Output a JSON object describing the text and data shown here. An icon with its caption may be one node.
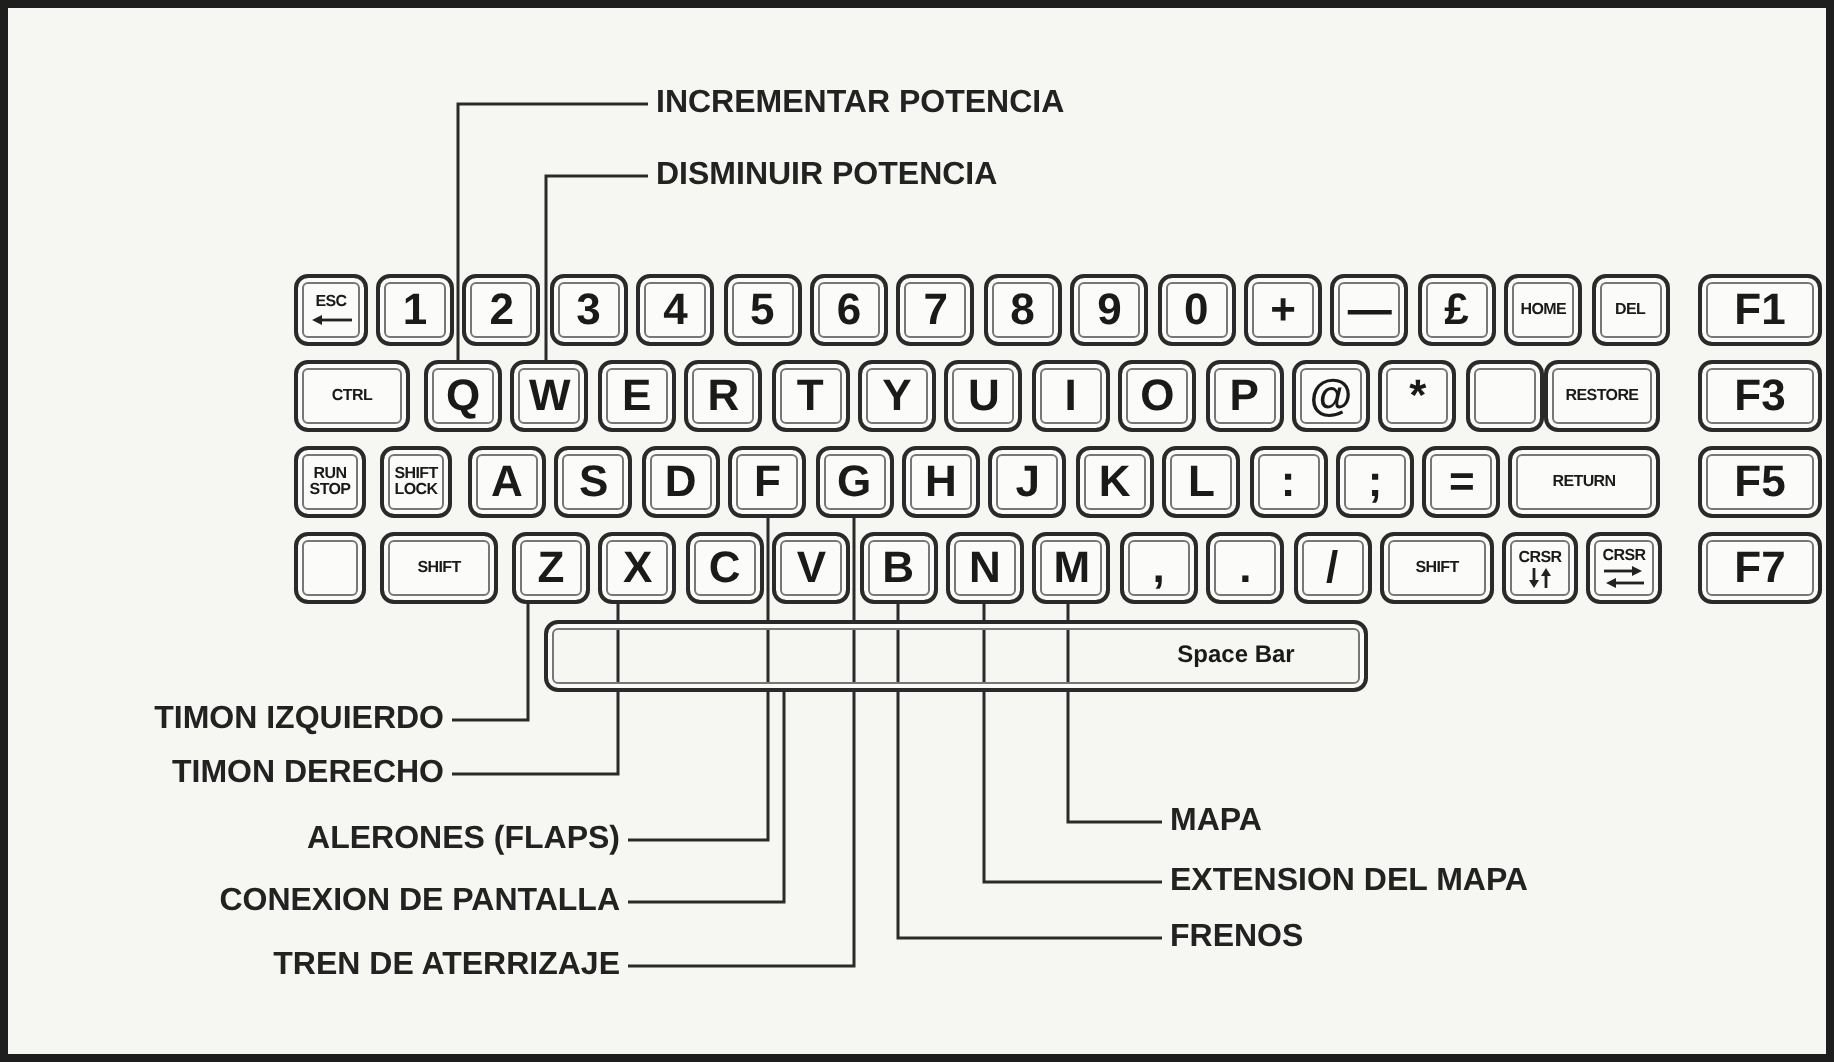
{
  "diagram": {
    "nodes": [
      {
        "text": [
          "INCREMENTAR POTENCIA"
        ]
      },
      {
        "text": [
          "DISMINUIR POTENCIA"
        ]
      },
      {
        "text": [
          "ESC"
        ]
      },
      {
        "text": [
          "1"
        ]
      },
      {
        "text": [
          "2"
        ]
      },
      {
        "text": [
          "3"
        ]
      },
      {
        "text": [
          "4"
        ]
      },
      {
        "text": [
          "5"
        ]
      },
      {
        "text": [
          "6"
        ]
      },
      {
        "text": [
          "7"
        ]
      },
      {
        "text": [
          "8"
        ]
      },
      {
        "text": [
          "9"
        ]
      },
      {
        "text": [
          "0"
        ]
      },
      {
        "text": [
          "+"
        ]
      },
      {
        "text": [
          "—"
        ]
      },
      {
        "text": [
          "£"
        ]
      },
      {
        "text": [
          "HOME"
        ]
      },
      {
        "text": [
          "DEL"
        ]
      },
      {
        "text": [
          "F1"
        ]
      },
      {
        "text": [
          "CTRL"
        ]
      },
      {
        "text": [
          "Q"
        ]
      },
      {
        "text": [
          "W"
        ]
      },
      {
        "text": [
          "E"
        ]
      },
      {
        "text": [
          "R"
        ]
      },
      {
        "text": [
          "T"
        ]
      },
      {
        "text": [
          "Y"
        ]
      },
      {
        "text": [
          "U"
        ]
      },
      {
        "text": [
          "I"
        ]
      },
      {
        "text": [
          "O"
        ]
      },
      {
        "text": [
          "P"
        ]
      },
      {
        "text": [
          "@"
        ]
      },
      {
        "text": [
          "*"
        ]
      },
      {
        "text": [],
        "shape": "box"
      },
      {
        "text": [
          "RESTORE"
        ]
      },
      {
        "text": [
          "F3"
        ]
      },
      {
        "text": [
          "RUN STOP"
        ]
      },
      {
        "text": [
          "SHIFT LOCK"
        ]
      },
      {
        "text": [
          "A"
        ]
      },
      {
        "text": [
          "S"
        ]
      },
      {
        "text": [
          "D"
        ]
      },
      {
        "text": [
          "F"
        ]
      },
      {
        "text": [
          "G"
        ]
      },
      {
        "text": [
          "H"
        ]
      },
      {
        "text": [
          "J"
        ]
      },
      {
        "text": [
          "K"
        ]
      },
      {
        "text": [
          "L"
        ]
      },
      {
        "text": [
          ":"
        ]
      },
      {
        "text": [
          ";"
        ]
      },
      {
        "text": [
          "="
        ]
      },
      {
        "text": [
          "RETURN"
        ]
      },
      {
        "text": [
          "F5"
        ]
      },
      {
        "text": [],
        "shape": "box"
      },
      {
        "text": [
          "SHIFT"
        ]
      },
      {
        "text": [
          "Z"
        ]
      },
      {
        "text": [
          "X"
        ]
      },
      {
        "text": [
          "C"
        ]
      },
      {
        "text": [
          "V"
        ]
      },
      {
        "text": [
          "B"
        ]
      },
      {
        "text": [
          "N"
        ]
      },
      {
        "text": [
          "M"
        ]
      },
      {
        "text": [
          ","
        ]
      },
      {
        "text": [
          "."
        ]
      },
      {
        "text": [
          "/"
        ]
      },
      {
        "text": [
          "SHIFT"
        ]
      },
      {
        "text": [
          "CRSR"
        ]
      },
      {
        "text": [
          "CRSR"
        ]
      },
      {
        "text": [
          "F7"
        ]
      },
      {
        "text": [
          "Space Bar"
        ]
      },
      {
        "text": [
          "TIMON IZQUIERDO"
        ]
      },
      {
        "text": [
          "TIMON DERECHO"
        ]
      },
      {
        "text": [
          "ALERONES (FLAPS)"
        ]
      },
      {
        "text": [
          "CONEXION DE PANTALLA"
        ]
      },
      {
        "text": [
          "TREN DE ATERRIZAJE"
        ]
      },
      {
        "text": [
          "MAPA"
        ]
      },
      {
        "text": [
          "EXTENSION DEL MAPA"
        ]
      },
      {
        "text": [
          "FRENOS"
        ]
      }
    ],
    "edges": [
      {
        "from": 0,
        "to": 20,
        "arrow": "none"
      },
      {
        "from": 1,
        "to": 21,
        "arrow": "none"
      },
      {
        "from": 68,
        "to": 53,
        "arrow": "none"
      },
      {
        "from": 69,
        "to": 54,
        "arrow": "none"
      },
      {
        "from": 70,
        "to": 40,
        "arrow": "none"
      },
      {
        "from": 71,
        "to": 67,
        "arrow": "none"
      },
      {
        "from": 72,
        "to": 41,
        "arrow": "none"
      },
      {
        "from": 73,
        "to": 59,
        "arrow": "none"
      },
      {
        "from": 74,
        "to": 58,
        "arrow": "none"
      },
      {
        "from": 75,
        "to": 57,
        "arrow": "none"
      }
    ]
  }
}
